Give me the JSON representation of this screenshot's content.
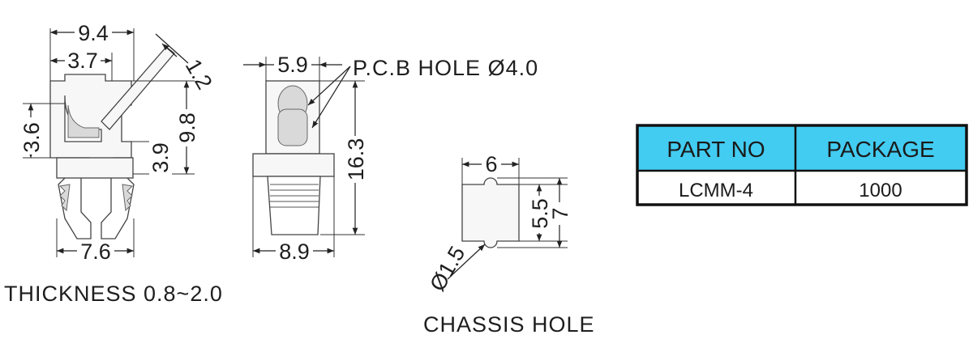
{
  "dimensions": {
    "side_width": "9.4",
    "side_inner": "3.7",
    "tab_thickness": "1.2",
    "side_height_left": "3.6",
    "side_step": "3.9",
    "side_height_right": "9.8",
    "side_bottom_width": "7.6",
    "front_width": "5.9",
    "front_height": "16.3",
    "front_bottom_width": "8.9",
    "hole_width": "6",
    "hole_height_inner": "5.5",
    "hole_height_outer": "7",
    "hole_notch": "Ø1.5"
  },
  "labels": {
    "pcb_hole": "P.C.B  HOLE Ø4.0",
    "thickness": "THICKNESS 0.8~2.0",
    "chassis_hole": "CHASSIS  HOLE"
  },
  "table": {
    "headers": [
      "PART NO",
      "PACKAGE"
    ],
    "row": [
      "LCMM-4",
      "1000"
    ],
    "header_color": "#42ccf1"
  }
}
